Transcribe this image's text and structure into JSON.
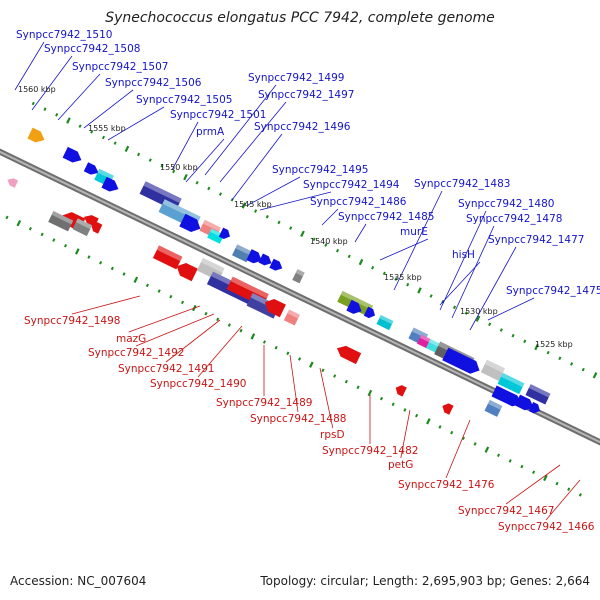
{
  "title": "Synechococcus elongatus PCC 7942, complete genome",
  "footer": {
    "accession": "Accession: NC_007604",
    "summary": "Topology: circular; Length: 2,695,903 bp; Genes: 2,664"
  },
  "colors": {
    "forward_label": "#1515c8",
    "reverse_label": "#c81414",
    "backbone": "#808080",
    "tick": "#1a8a1a"
  },
  "kbp_ticks": [
    "1560 kbp",
    "1555 kbp",
    "1550 kbp",
    "1545 kbp",
    "1540 kbp",
    "1535 kbp",
    "1530 kbp",
    "1525 kbp"
  ],
  "forward_labels": [
    "Synpcc7942_1510",
    "Synpcc7942_1508",
    "Synpcc7942_1507",
    "Synpcc7942_1506",
    "Synpcc7942_1505",
    "Synpcc7942_1499",
    "Synpcc7942_1497",
    "Synpcc7942_1501",
    "prmA",
    "Synpcc7942_1496",
    "Synpcc7942_1495",
    "Synpcc7942_1494",
    "Synpcc7942_1486",
    "Synpcc7942_1485",
    "murE",
    "Synpcc7942_1483",
    "Synpcc7942_1480",
    "Synpcc7942_1478",
    "Synpcc7942_1477",
    "hisH",
    "Synpcc7942_1475"
  ],
  "reverse_labels": [
    "Synpcc7942_1498",
    "mazG",
    "Synpcc7942_1492",
    "Synpcc7942_1491",
    "Synpcc7942_1490",
    "Synpcc7942_1489",
    "Synpcc7942_1488",
    "rpsD",
    "Synpcc7942_1482",
    "petG",
    "Synpcc7942_1476",
    "Synpcc7942_1467",
    "Synpcc7942_1466"
  ]
}
